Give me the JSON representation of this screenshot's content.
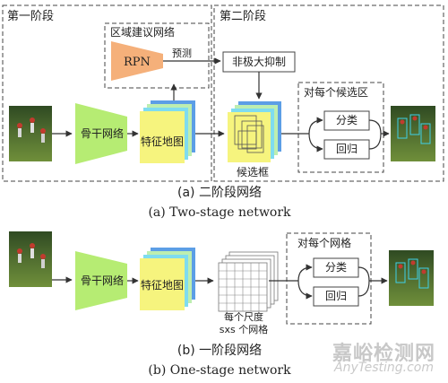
{
  "top": {
    "stage1_title": "第一阶段",
    "stage2_title": "第二阶段",
    "rpn_region_title": "区域建议网络",
    "rpn_label": "RPN",
    "predict_label": "预测",
    "nms_label": "非极大抑制",
    "per_candidate_title": "对每个候选区",
    "backbone_label": "骨干网络",
    "feature_map_label": "特征地图",
    "candidate_box_label": "候选框",
    "classify_label": "分类",
    "regress_label": "回归",
    "caption_cn": "(a) 二阶段网络",
    "caption_en": "(a) Two-stage network"
  },
  "bottom": {
    "per_grid_title": "对每个网格",
    "backbone_label": "骨干网络",
    "feature_map_label": "特征地图",
    "grid_scale_line1": "每个尺度",
    "grid_scale_line2": "sxs 个网格",
    "classify_label": "分类",
    "regress_label": "回归",
    "caption_cn": "(b) 一阶段网络",
    "caption_en": "(b) One-stage network"
  },
  "watermark": {
    "brand_cn": "嘉峪检测网",
    "brand_en": "AnyTesting.com"
  },
  "colors": {
    "backbone_green": "#b6ec73",
    "rpn_orange": "#f5b07a",
    "feature_yellow": "#f6f47e",
    "feature_cyan": "#7fdcef",
    "feature_blue": "#5c9ee6",
    "feature_lightgreen": "#bdeeb0",
    "line": "#333333"
  }
}
